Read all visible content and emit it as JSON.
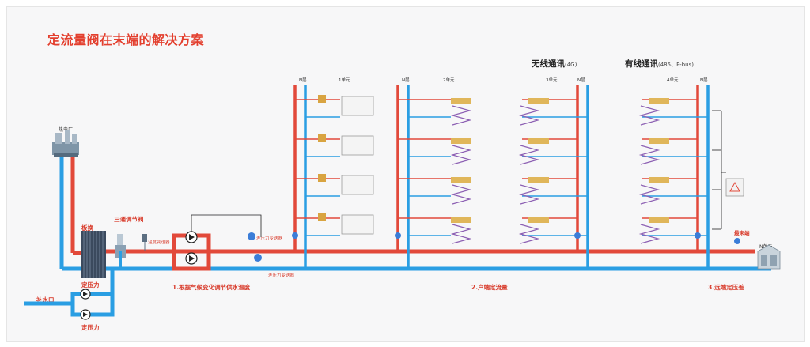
{
  "title": "定流量阀在末端的解决方案",
  "sections": {
    "wireless": {
      "title": "无线通讯",
      "sub": "(4G)"
    },
    "wired": {
      "title": "有线通讯",
      "sub": "(485、P-bus)"
    }
  },
  "labels": {
    "heat_plant": "热电厂",
    "plate_exchanger": "板换",
    "three_way_valve": "三通调节阀",
    "makeup_inlet": "补水口",
    "pressure_1": "定压力",
    "pressure_2": "定压力",
    "step1": "1.根据气候变化调节供水温度",
    "step2": "2.户端定流量",
    "step3": "3.远端定压差",
    "far_end": "最末端",
    "nth_unit": "N单元",
    "supply_sensor": "温度变送器",
    "pressure_sensor_a": "差压力变送器",
    "pressure_sensor_b": "差压力变送器"
  },
  "buildings": [
    {
      "label": "1单元",
      "n": "N层",
      "type": "radiator"
    },
    {
      "label": "2单元",
      "n": "N层",
      "type": "floor"
    },
    {
      "label": "3单元",
      "n": "N层",
      "type": "floor"
    },
    {
      "label": "4单元",
      "n": "N层",
      "type": "floor"
    }
  ],
  "colors": {
    "supply": "#e2493a",
    "return": "#2a9ee3",
    "accent": "#e33f2e"
  }
}
